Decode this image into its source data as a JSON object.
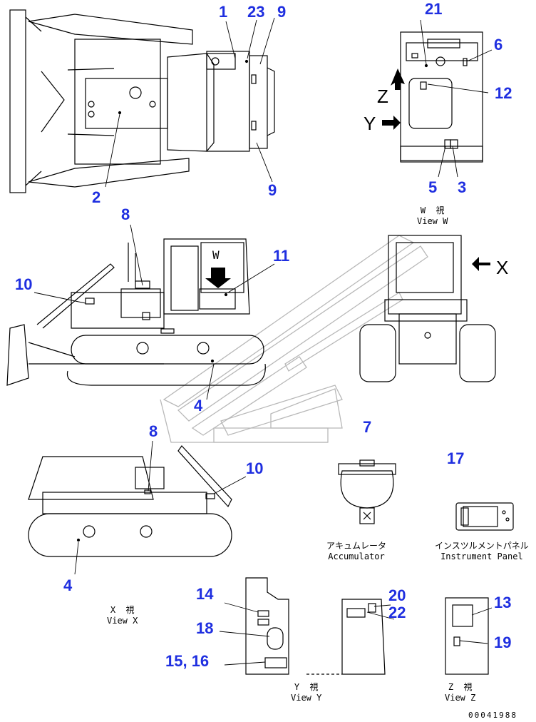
{
  "callouts": [
    "1",
    "23",
    "9",
    "21",
    "6",
    "12",
    "5",
    "3",
    "2",
    "9",
    "8",
    "11",
    "10",
    "4",
    "8",
    "10",
    "4",
    "7",
    "17",
    "14",
    "18",
    "15, 16",
    "20",
    "22",
    "13",
    "19"
  ],
  "view_letters": [
    "Z",
    "Y",
    "X"
  ],
  "captions": {
    "view_w": "W  視\nView W",
    "view_x": "X  視\nView X",
    "view_y": "Y  視\nView Y",
    "view_z": "Z  視\nView Z",
    "accumulator": "アキュムレータ\nAccumulator",
    "instrument_panel": "インスツルメントパネル\nInstrument Panel",
    "w_marker": "W"
  },
  "document_number": "00041988",
  "colors": {
    "callout": "#1f2fe0",
    "line": "#000000",
    "watermark": "#b8b8b8"
  }
}
